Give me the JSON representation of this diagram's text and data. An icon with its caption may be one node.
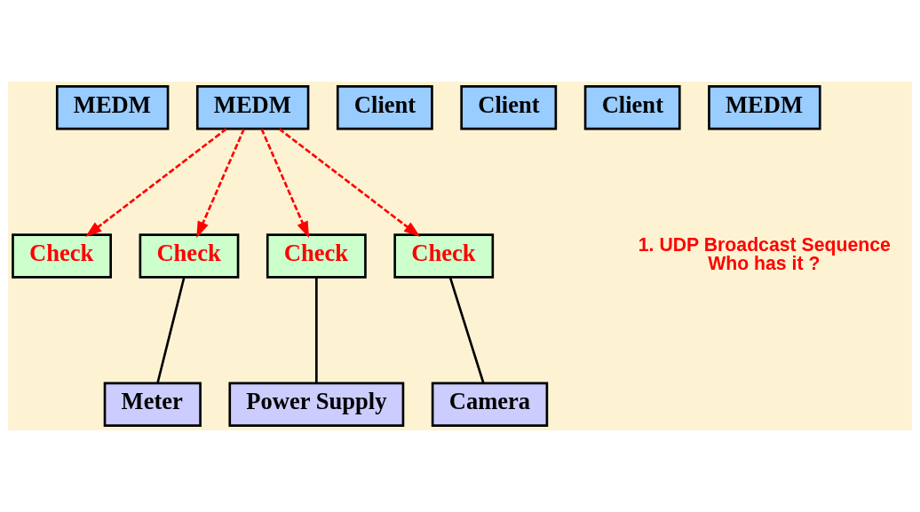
{
  "diagram": {
    "nodes": [
      {
        "text": [
          "MEDM"
        ]
      },
      {
        "text": [
          "MEDM"
        ]
      },
      {
        "text": [
          "Client"
        ]
      },
      {
        "text": [
          "Client"
        ]
      },
      {
        "text": [
          "Client"
        ]
      },
      {
        "text": [
          "MEDM"
        ]
      },
      {
        "text": [
          "Check"
        ]
      },
      {
        "text": [
          "Check"
        ]
      },
      {
        "text": [
          "Check"
        ]
      },
      {
        "text": [
          "Check"
        ]
      },
      {
        "text": [
          "Meter"
        ]
      },
      {
        "text": [
          "Power Supply"
        ]
      },
      {
        "text": [
          "Camera"
        ]
      }
    ],
    "edges": [
      {
        "from": 1,
        "to": 6,
        "arrow": "to",
        "style": "dashed"
      },
      {
        "from": 1,
        "to": 7,
        "arrow": "to",
        "style": "dashed"
      },
      {
        "from": 1,
        "to": 8,
        "arrow": "to",
        "style": "dashed"
      },
      {
        "from": 1,
        "to": 9,
        "arrow": "to",
        "style": "dashed"
      },
      {
        "from": 7,
        "to": 10,
        "arrow": "none",
        "color": "#000000"
      },
      {
        "from": 8,
        "to": 11,
        "arrow": "none",
        "color": "#000000"
      },
      {
        "from": 9,
        "to": 12,
        "arrow": "none",
        "color": "#000000"
      }
    ],
    "labels": [
      "1. UDP Broadcast Sequence",
      "Who has it ?"
    ]
  }
}
